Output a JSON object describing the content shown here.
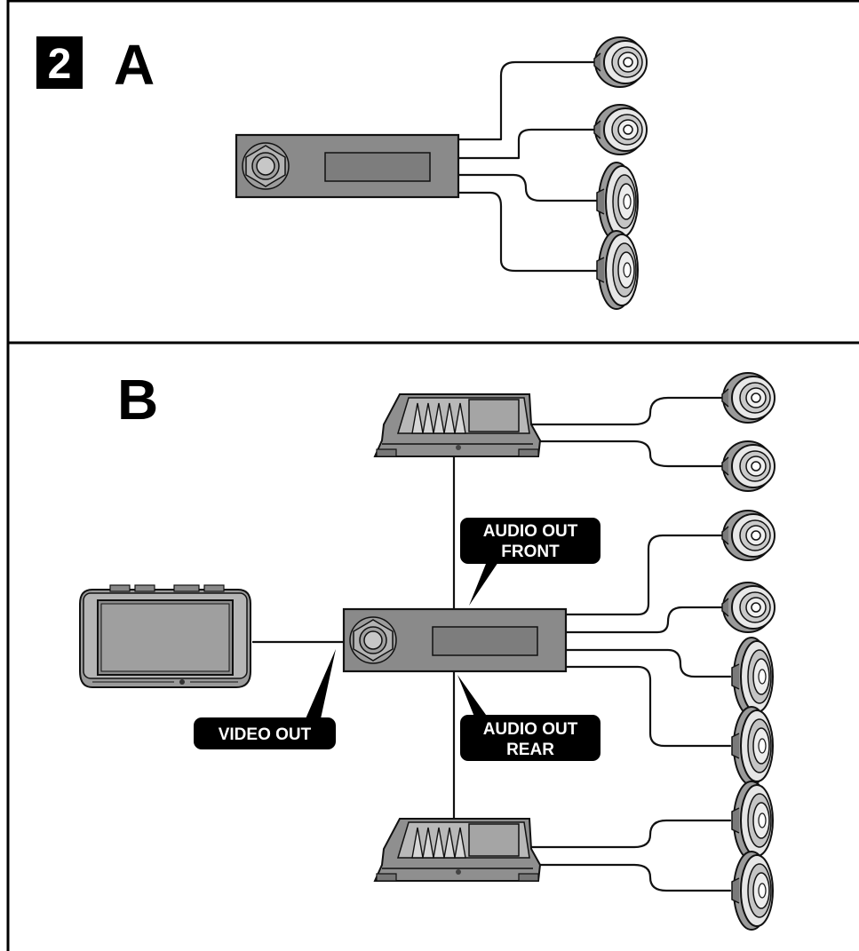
{
  "header": {
    "step_number": "2",
    "section_a_letter": "A",
    "section_b_letter": "B"
  },
  "labels": {
    "audio_out_front_line1": "AUDIO OUT",
    "audio_out_front_line2": "FRONT",
    "audio_out_rear_line1": "AUDIO OUT",
    "audio_out_rear_line2": "REAR",
    "video_out": "VIDEO OUT"
  },
  "colors": {
    "device_fill": "#8c8c8c",
    "device_dark": "#6f6f6f",
    "speaker_light": "#e6e6e6",
    "speaker_mid": "#bdbdbd",
    "label_bg": "#000000",
    "line": "#111111"
  },
  "icons": {
    "head_unit": "car-stereo-head-unit-icon",
    "amplifier": "power-amplifier-icon",
    "tweeter": "round-tweeter-speaker-icon",
    "oval_speaker": "oval-speaker-icon",
    "monitor": "video-monitor-icon"
  }
}
